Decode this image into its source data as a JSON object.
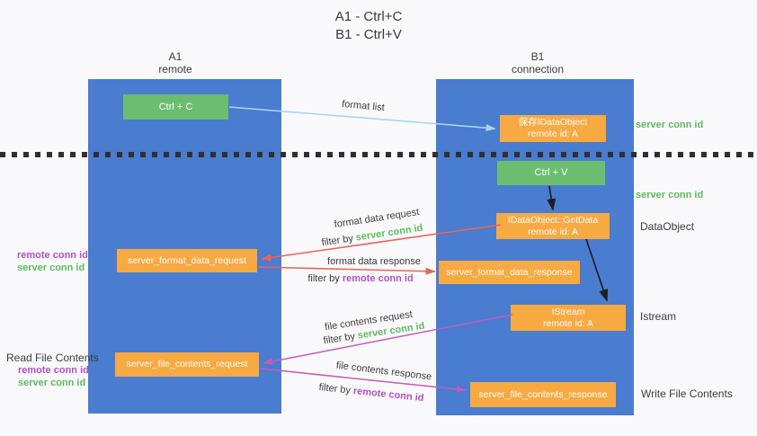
{
  "title": {
    "line1": "A1 - Ctrl+C",
    "line2": "B1 - Ctrl+V"
  },
  "columns": {
    "left": {
      "header_line1": "A1",
      "header_line2": "remote"
    },
    "right": {
      "header_line1": "B1",
      "header_line2": "connection"
    }
  },
  "boxes": {
    "ctrl_c": {
      "label": "Ctrl + C"
    },
    "save_idataobject": {
      "line1": "保存IDataObject",
      "line2": "remote id: A"
    },
    "ctrl_v": {
      "label": "Ctrl + V"
    },
    "getdata": {
      "line1": "IDataObject::GetData",
      "line2": "remote id: A"
    },
    "format_request": {
      "label": "server_format_data_request"
    },
    "format_response": {
      "label": "server_format_data_response"
    },
    "istream": {
      "line1": "IStream",
      "line2": "remote id: A"
    },
    "file_request": {
      "label": "server_file_contents_request"
    },
    "file_response": {
      "label": "server_file_contents_response"
    }
  },
  "flow_labels": {
    "format_list": "format list",
    "format_data_request": "format data request",
    "format_data_request_filter_prefix": "filter by ",
    "format_data_request_filter_key": "server conn id",
    "format_data_response": "format data response",
    "format_data_response_filter_prefix": "filter by ",
    "format_data_response_filter_key": "remote conn id",
    "file_contents_request": "file contents request",
    "file_contents_request_filter_prefix": "filter by ",
    "file_contents_request_filter_key": "server conn id",
    "file_contents_response": "file contents response",
    "file_contents_response_filter_prefix": "filter by ",
    "file_contents_response_filter_key": "remote conn id"
  },
  "side_labels": {
    "right_server_conn_id_1": "server conn id",
    "right_server_conn_id_2": "server conn id",
    "right_dataobject": "DataObject",
    "right_istream": "Istream",
    "right_write_file_contents": "Write File Contents",
    "left_remote_conn_id_1": "remote conn id",
    "left_server_conn_id_1": "server conn id",
    "left_read_file_contents": "Read File Contents",
    "left_remote_conn_id_2": "remote conn id",
    "left_server_conn_id_2": "server conn id"
  },
  "colors": {
    "column_blue": "#4a7cd0",
    "box_green": "#6dbd71",
    "box_orange": "#f7a942",
    "text_green": "#5fba5f",
    "text_purple": "#ae52c4",
    "arrow_red": "#e96459",
    "arrow_magenta": "#c45bbd",
    "arrow_blue": "#a9d4f1",
    "arrow_black": "#1f1f1f",
    "text_dark": "#3d3d3d",
    "background": "#f9f9fb"
  }
}
